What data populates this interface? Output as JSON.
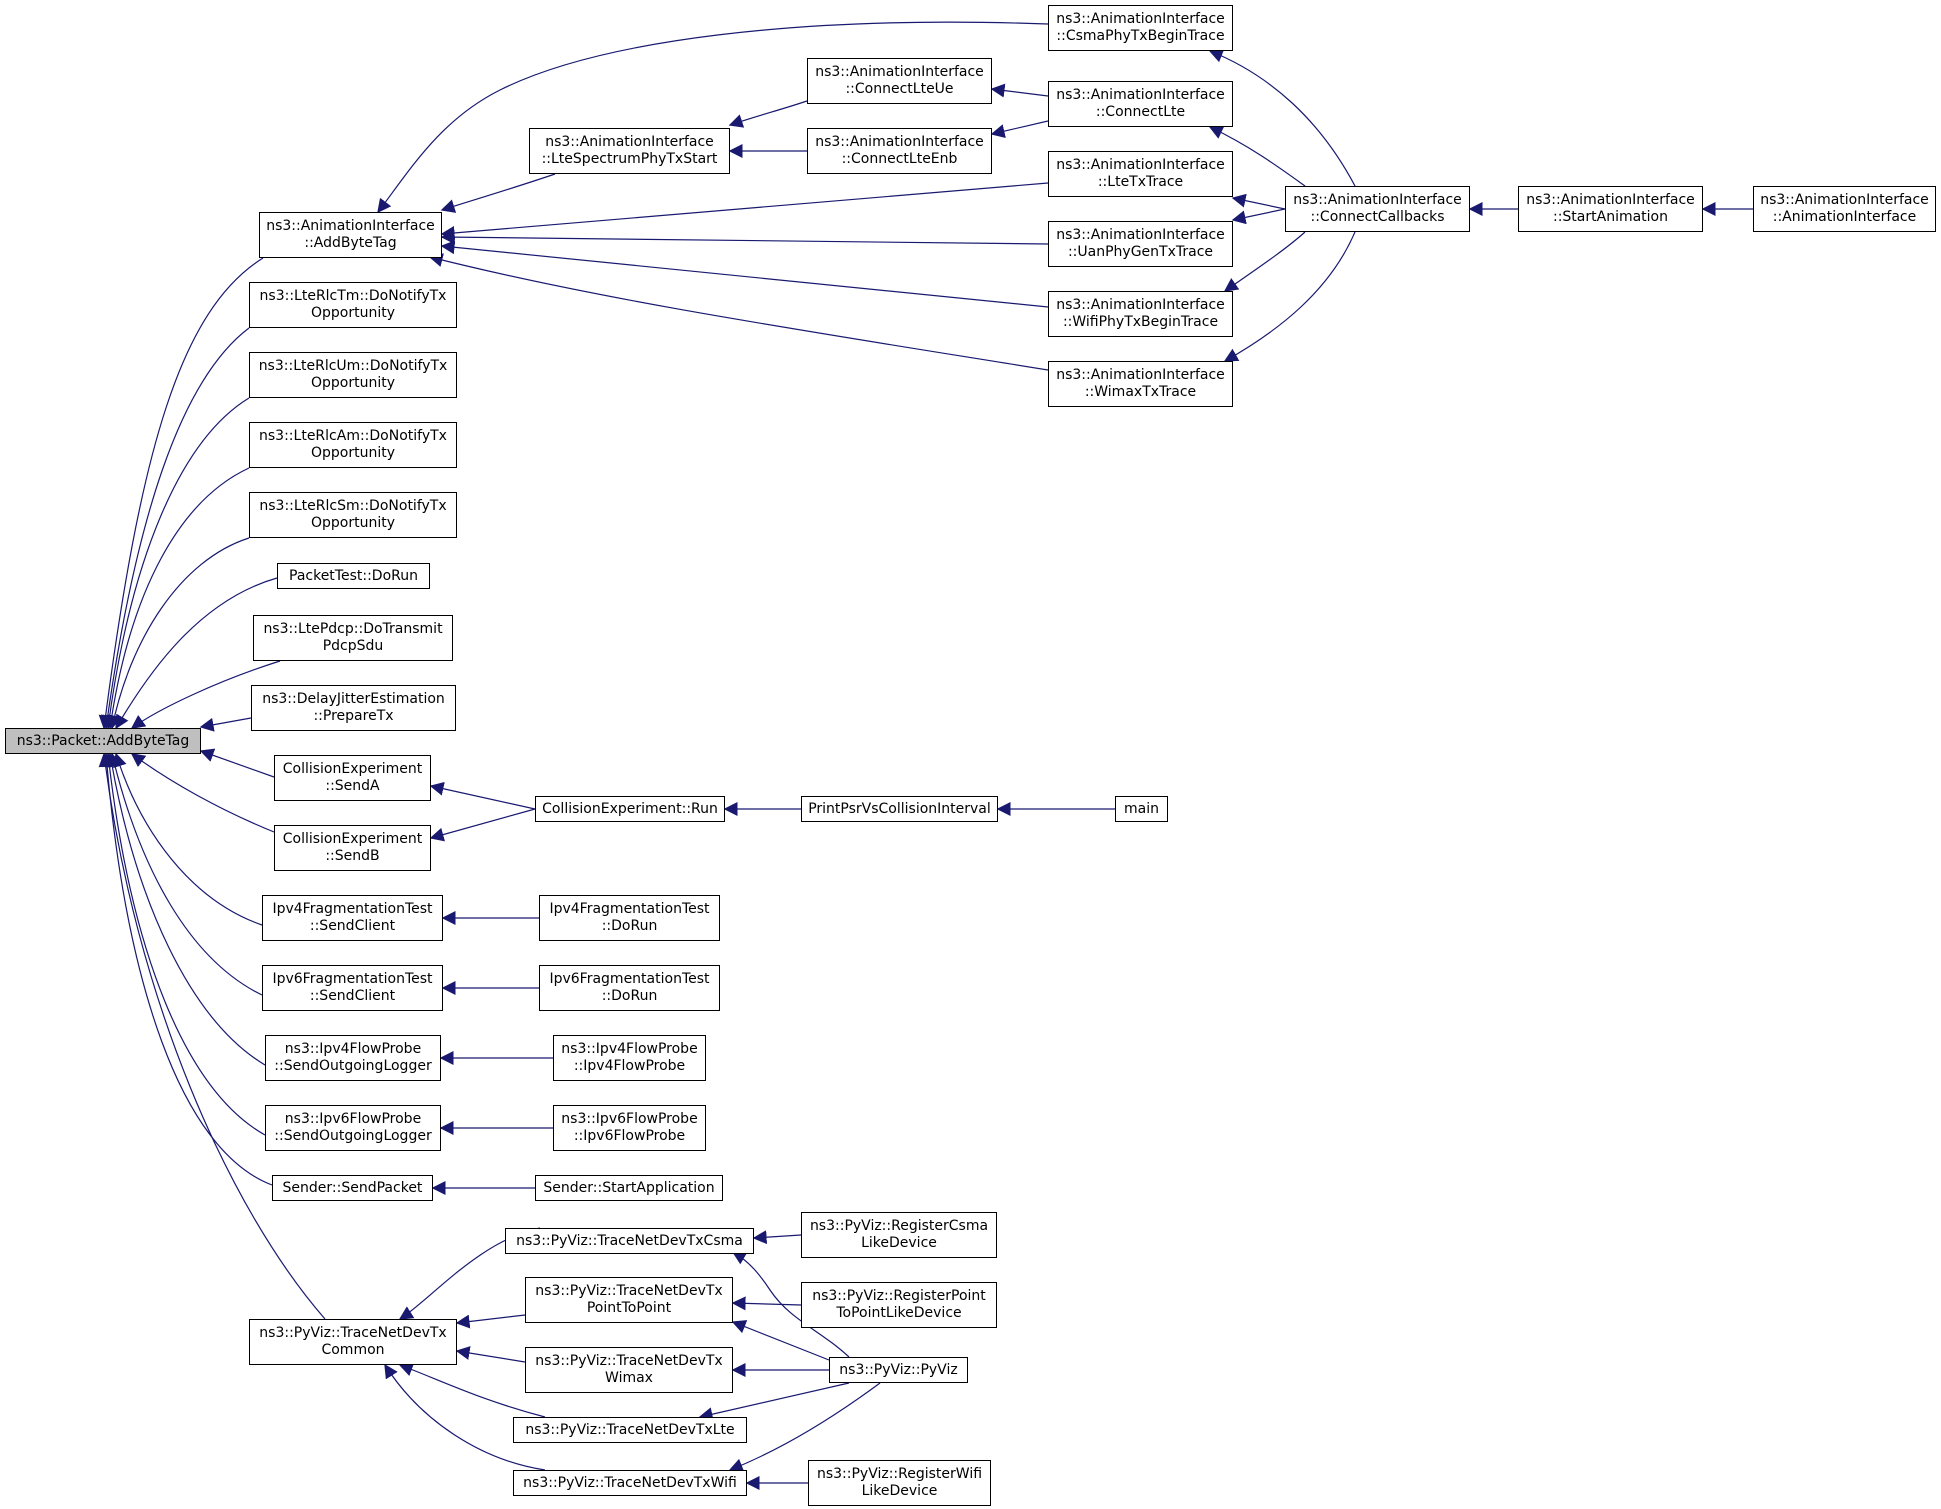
{
  "graph": {
    "edge_color": "#191970",
    "root_fill": "#bfbfbf",
    "nodes": {
      "root": [
        "ns3::Packet::AddByteTag"
      ],
      "ai_addbytetag": [
        "ns3::AnimationInterface",
        "::AddByteTag"
      ],
      "lterlctm": [
        "ns3::LteRlcTm::DoNotifyTx",
        "Opportunity"
      ],
      "lterlcum": [
        "ns3::LteRlcUm::DoNotifyTx",
        "Opportunity"
      ],
      "lterlcam": [
        "ns3::LteRlcAm::DoNotifyTx",
        "Opportunity"
      ],
      "lterlcsm": [
        "ns3::LteRlcSm::DoNotifyTx",
        "Opportunity"
      ],
      "packettest": [
        "PacketTest::DoRun"
      ],
      "ltepdcp": [
        "ns3::LtePdcp::DoTransmit",
        "PdcpSdu"
      ],
      "delayjitter": [
        "ns3::DelayJitterEstimation",
        "::PrepareTx"
      ],
      "sendA": [
        "CollisionExperiment",
        "::SendA"
      ],
      "sendB": [
        "CollisionExperiment",
        "::SendB"
      ],
      "ipv4frag": [
        "Ipv4FragmentationTest",
        "::SendClient"
      ],
      "ipv6frag": [
        "Ipv6FragmentationTest",
        "::SendClient"
      ],
      "ipv4flow": [
        "ns3::Ipv4FlowProbe",
        "::SendOutgoingLogger"
      ],
      "ipv6flow": [
        "ns3::Ipv6FlowProbe",
        "::SendOutgoingLogger"
      ],
      "sendpacket": [
        "Sender::SendPacket"
      ],
      "tracecommon": [
        "ns3::PyViz::TraceNetDevTx",
        "Common"
      ],
      "ltespectrum": [
        "ns3::AnimationInterface",
        "::LteSpectrumPhyTxStart"
      ],
      "connectlteue": [
        "ns3::AnimationInterface",
        "::ConnectLteUe"
      ],
      "connectlteenb": [
        "ns3::AnimationInterface",
        "::ConnectLteEnb"
      ],
      "csmaphy": [
        "ns3::AnimationInterface",
        "::CsmaPhyTxBeginTrace"
      ],
      "connectlte": [
        "ns3::AnimationInterface",
        "::ConnectLte"
      ],
      "ltetxtrace": [
        "ns3::AnimationInterface",
        "::LteTxTrace"
      ],
      "uanphy": [
        "ns3::AnimationInterface",
        "::UanPhyGenTxTrace"
      ],
      "wifiphy": [
        "ns3::AnimationInterface",
        "::WifiPhyTxBeginTrace"
      ],
      "wimaxtx": [
        "ns3::AnimationInterface",
        "::WimaxTxTrace"
      ],
      "connectcallbacks": [
        "ns3::AnimationInterface",
        "::ConnectCallbacks"
      ],
      "startanimation": [
        "ns3::AnimationInterface",
        "::StartAnimation"
      ],
      "aiconstructor": [
        "ns3::AnimationInterface",
        "::AnimationInterface"
      ],
      "collisionrun": [
        "CollisionExperiment::Run"
      ],
      "printpsr": [
        "PrintPsrVsCollisionInterval"
      ],
      "main": [
        "main"
      ],
      "ipv4fragrun": [
        "Ipv4FragmentationTest",
        "::DoRun"
      ],
      "ipv6fragrun": [
        "Ipv6FragmentationTest",
        "::DoRun"
      ],
      "ipv4flowprobe": [
        "ns3::Ipv4FlowProbe",
        "::Ipv4FlowProbe"
      ],
      "ipv6flowprobe": [
        "ns3::Ipv6FlowProbe",
        "::Ipv6FlowProbe"
      ],
      "startapp": [
        "Sender::StartApplication"
      ],
      "tracecsma": [
        "ns3::PyViz::TraceNetDevTxCsma"
      ],
      "tracep2p": [
        "ns3::PyViz::TraceNetDevTx",
        "PointToPoint"
      ],
      "tracewimax": [
        "ns3::PyViz::TraceNetDevTx",
        "Wimax"
      ],
      "tracelte": [
        "ns3::PyViz::TraceNetDevTxLte"
      ],
      "tracewifi": [
        "ns3::PyViz::TraceNetDevTxWifi"
      ],
      "regcsma": [
        "ns3::PyViz::RegisterCsma",
        "LikeDevice"
      ],
      "regp2p": [
        "ns3::PyViz::RegisterPoint",
        "ToPointLikeDevice"
      ],
      "pyviz": [
        "ns3::PyViz::PyViz"
      ],
      "regwifi": [
        "ns3::PyViz::RegisterWifi",
        "LikeDevice"
      ]
    }
  }
}
